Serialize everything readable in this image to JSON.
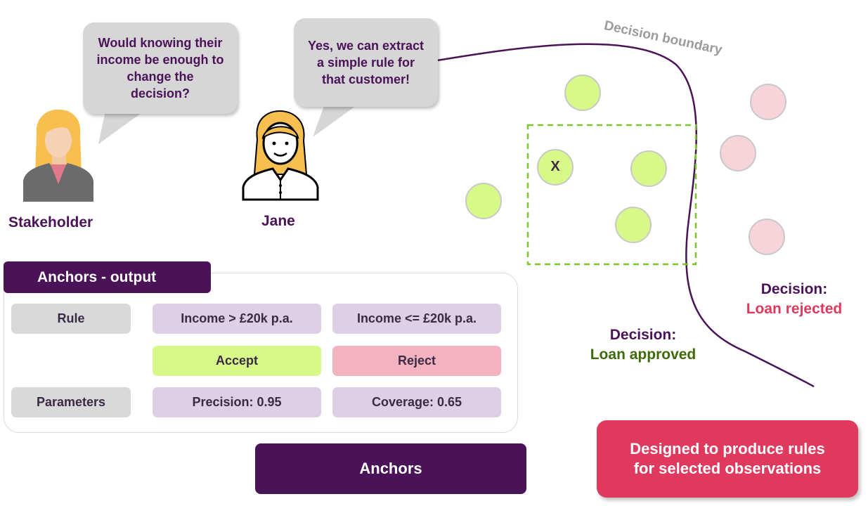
{
  "bubbles": {
    "stakeholder": "Would knowing their income be enough to change the decision?",
    "jane": "Yes, we can extract a simple rule for that customer!"
  },
  "people": {
    "stakeholder": "Stakeholder",
    "jane": "Jane"
  },
  "anchors_output": {
    "title": "Anchors - output",
    "rule_label": "Rule",
    "rule_left": "Income > £20k p.a.",
    "rule_right": "Income <= £20k p.a.",
    "accept": "Accept",
    "reject": "Reject",
    "parameters_label": "Parameters",
    "precision": "Precision: 0.95",
    "coverage": "Coverage: 0.65"
  },
  "anchors_button": "Anchors",
  "designed_note": "Designed to produce rules for selected observations",
  "diagram": {
    "boundary_label": "Decision boundary",
    "point_label": "X",
    "approved_head": "Decision:",
    "approved_value": "Loan approved",
    "rejected_head": "Decision:",
    "rejected_value": "Loan rejected"
  },
  "colors": {
    "purple": "#4a1257",
    "approved_green": "#3e6b0a",
    "rejected_red": "#e0395e",
    "approved_point": "#d6f98a",
    "rejected_point": "#f7d3da",
    "anchor_box": "#7cc62c"
  }
}
